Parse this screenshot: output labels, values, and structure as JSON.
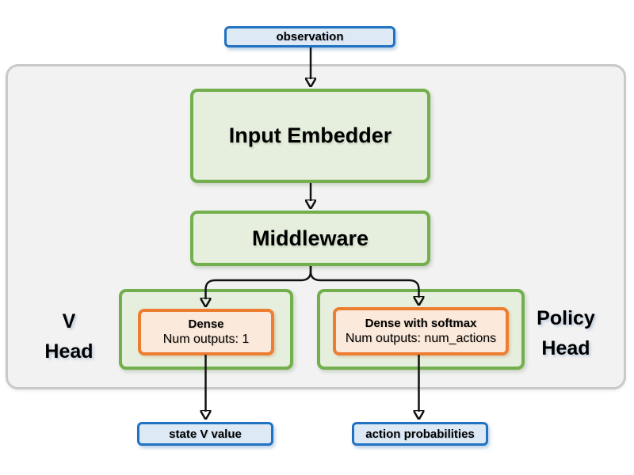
{
  "diagram": {
    "nodes": {
      "observation": "observation",
      "input_embedder": "Input Embedder",
      "middleware": "Middleware",
      "v_head_dense_title": "Dense",
      "v_head_dense_subtitle": "Num outputs: 1",
      "policy_head_dense_title": "Dense with softmax",
      "policy_head_dense_subtitle": "Num outputs: num_actions",
      "state_v_value": "state V value",
      "action_probabilities": "action probabilities"
    },
    "labels": {
      "v_head": {
        "line1": "V",
        "line2": "Head"
      },
      "policy_head": {
        "line1": "Policy",
        "line2": "Head"
      }
    },
    "colors": {
      "io_fill": "#ddeaf6",
      "io_border": "#2173c2",
      "stage_fill": "#e6efdd",
      "stage_border": "#74af4d",
      "dense_fill": "#fbe9db",
      "dense_border": "#ed7d31",
      "container_fill": "#f2f2f2",
      "container_border": "#c9c9c9",
      "arrow": "#111111"
    }
  }
}
